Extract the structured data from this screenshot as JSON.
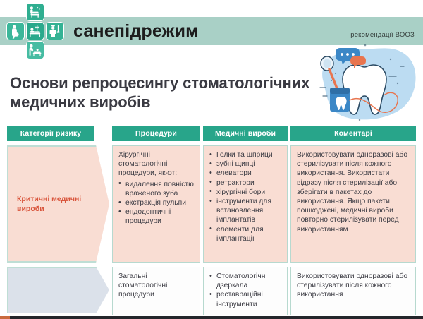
{
  "header": {
    "brand": "санепідрежим",
    "who_note": "рекомендації ВООЗ",
    "band_color": "#a9d0c6",
    "logo": {
      "name": "sanepidrezhym-cross-logo",
      "tile_color": "#2aa98c",
      "tiles": [
        {
          "name": "patient-on-table-icon",
          "pos": "top"
        },
        {
          "name": "pregnant-woman-icon",
          "pos": "left"
        },
        {
          "name": "hospital-bed-icon",
          "pos": "middle"
        },
        {
          "name": "nurse-icon",
          "pos": "right"
        },
        {
          "name": "patient-transfer-icon",
          "pos": "bottom"
        }
      ]
    }
  },
  "title": "Основи репроцесингу стоматологічних медичних виробів",
  "illustration": {
    "name": "dental-tooth-illustration",
    "blob_color": "#bcdcf2",
    "tooth_color": "#ffffff",
    "accent_color": "#e8754f",
    "items": [
      "tooth",
      "dental-mirror",
      "floss-box",
      "chat-bubbles"
    ]
  },
  "table": {
    "header_color": "#28a58a",
    "columns": [
      {
        "label": "Категорії ризику"
      },
      {
        "label": "Процедури"
      },
      {
        "label": "Медичні вироби"
      },
      {
        "label": "Коментарі"
      }
    ],
    "rows": [
      {
        "category": "Критичні медичні вироби",
        "category_color": "#d9553c",
        "category_bg": "#f9ddd3",
        "procedures_lead": "Хірургічні стоматологічні процедури, як-от:",
        "procedures": [
          "видалення повністю враженого зуба",
          "екстракція пульпи",
          "ендодонтичні процедури"
        ],
        "devices": [
          "Голки та шприци",
          "зубні щипці",
          "елеватори",
          "ретрактори",
          "хірургічні бори",
          "інструменти для встановлення імплантатів",
          "елементи для імплантації"
        ],
        "comments": "Використовувати одноразові або стерилізувати після кожного використання. Використати відразу після стерилізації або зберігати в пакетах до використання. Якщо пакети пошкоджені, медичні вироби повторно стерилізувати перед використанням"
      },
      {
        "category": "",
        "category_color": "#3a4a5a",
        "category_bg": "#dbe1ea",
        "procedures_lead": "Загальні стоматологічні процедури",
        "procedures": [],
        "devices": [
          "Стоматологічні дзеркала",
          "реставраційні інструменти"
        ],
        "comments": "Використовувати одноразові або стерилізувати після кожного використання"
      }
    ]
  }
}
